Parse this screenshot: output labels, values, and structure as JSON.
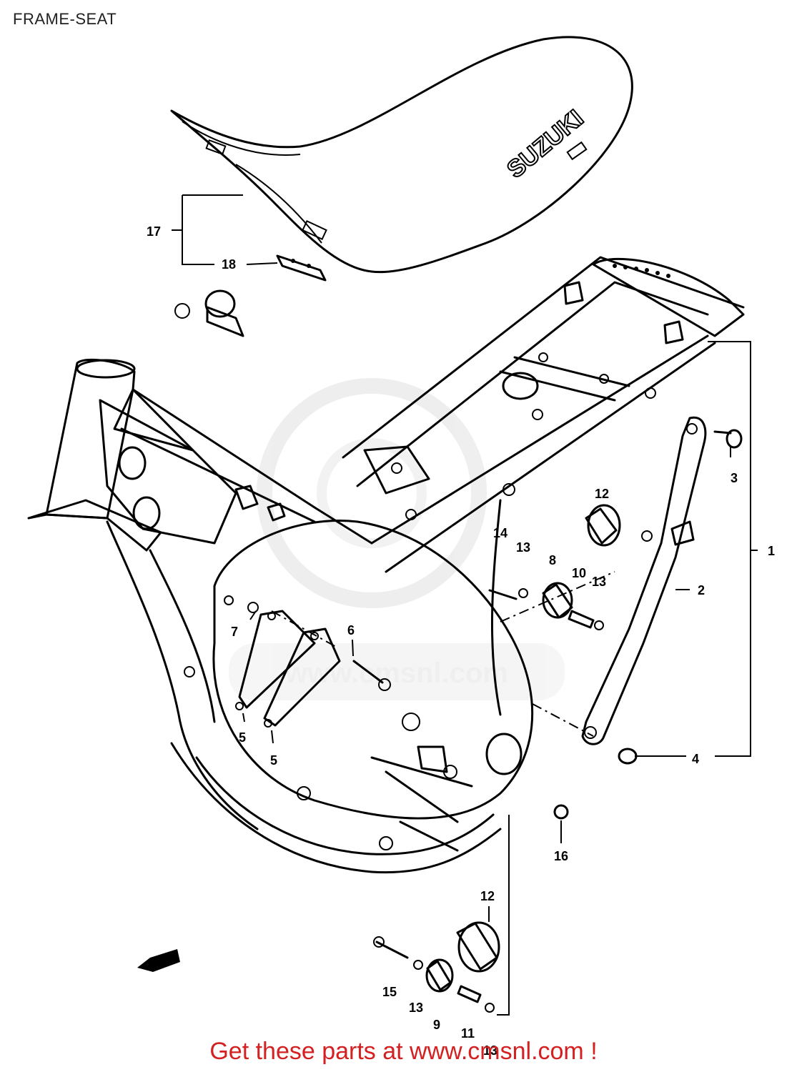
{
  "header": {
    "title": "FRAME-SEAT"
  },
  "seat": {
    "brand": "SUZUKI"
  },
  "watermark": {
    "text": "www.cmsnl.com"
  },
  "callouts": {
    "c1": "1",
    "c2": "2",
    "c3": "3",
    "c4": "4",
    "c5a": "5",
    "c5b": "5",
    "c6": "6",
    "c7": "7",
    "c8": "8",
    "c9": "9",
    "c10": "10",
    "c11": "11",
    "c12a": "12",
    "c12b": "12",
    "c13a": "13",
    "c13b": "13",
    "c13c": "13",
    "c13d": "13",
    "c14": "14",
    "c15": "15",
    "c16": "16",
    "c17": "17",
    "c18": "18"
  },
  "footer": {
    "text": "Get these parts at www.cmsnl.com !",
    "color": "#d42020"
  }
}
